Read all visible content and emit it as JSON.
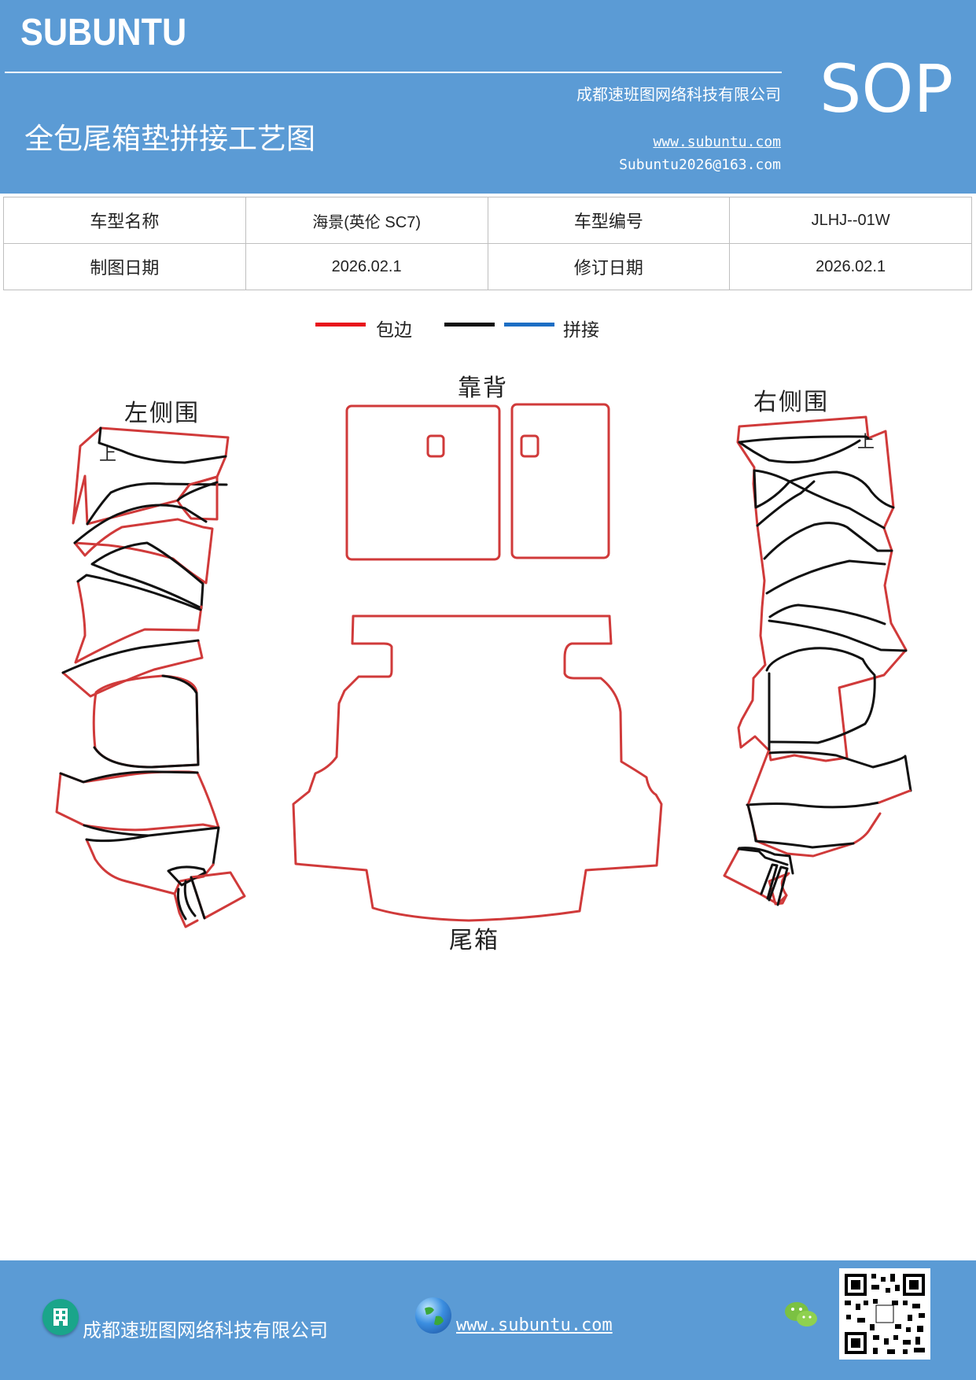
{
  "header": {
    "brand": "SUBUNTU",
    "company": "成都速班图网络科技有限公司",
    "title": "全包尾箱垫拼接工艺图",
    "website": "www.subuntu.com",
    "email": "Subuntu2026@163.com",
    "badge": "SOP"
  },
  "info_table": {
    "rows": [
      [
        "车型名称",
        "海景(英伦 SC7)",
        "车型编号",
        "JLHJ--01W"
      ],
      [
        "制图日期",
        "2026.02.1",
        "修订日期",
        "2026.02.1"
      ]
    ]
  },
  "legend": {
    "items": [
      {
        "label": "包边",
        "color": "#e8141b"
      },
      {
        "label": "",
        "color": "#111111"
      },
      {
        "label": "拼接",
        "color": "#1c6ec4"
      }
    ]
  },
  "diagram": {
    "labels": {
      "left": "左侧围",
      "backrest": "靠背",
      "right": "右侧围",
      "trunk": "尾箱",
      "mark_left": "上",
      "mark_right": "上"
    },
    "colors": {
      "edge": "#d03a3a",
      "seam": "#111111"
    }
  },
  "footer": {
    "company": "成都速班图网络科技有限公司",
    "website": "www.subuntu.com",
    "icons": [
      "building-icon",
      "globe-icon",
      "wechat-icon",
      "qr-code"
    ]
  }
}
